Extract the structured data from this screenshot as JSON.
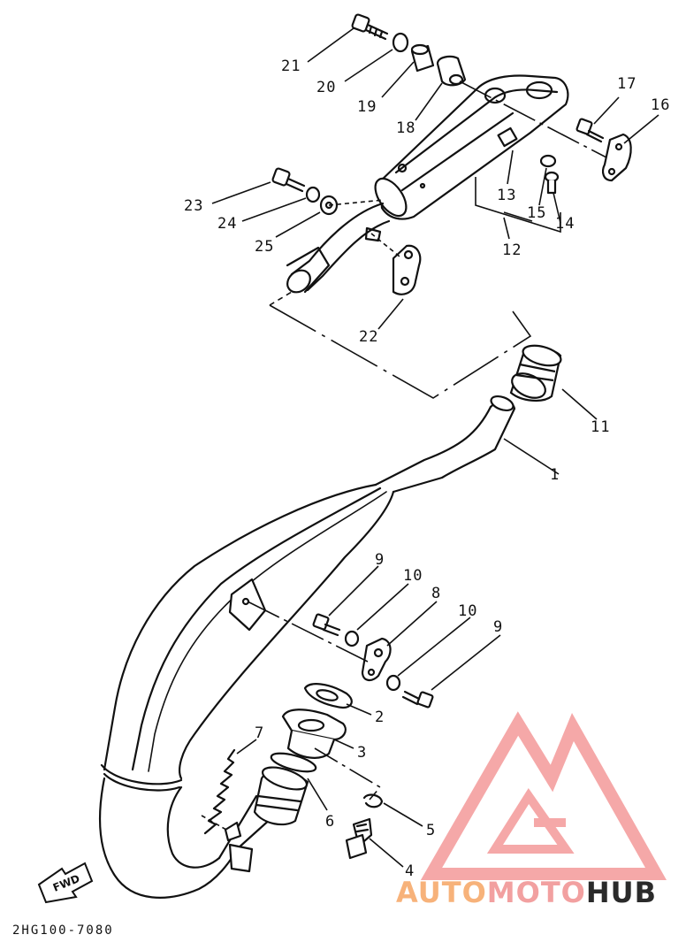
{
  "diagram": {
    "parts": [
      {
        "id": "p1",
        "label": "1"
      },
      {
        "id": "p2",
        "label": "2"
      },
      {
        "id": "p3",
        "label": "3"
      },
      {
        "id": "p4",
        "label": "4"
      },
      {
        "id": "p5",
        "label": "5"
      },
      {
        "id": "p6",
        "label": "6"
      },
      {
        "id": "p7",
        "label": "7"
      },
      {
        "id": "p8",
        "label": "8"
      },
      {
        "id": "p9a",
        "label": "9"
      },
      {
        "id": "p9b",
        "label": "9"
      },
      {
        "id": "p10a",
        "label": "10"
      },
      {
        "id": "p10b",
        "label": "10"
      },
      {
        "id": "p11",
        "label": "11"
      },
      {
        "id": "p12",
        "label": "12"
      },
      {
        "id": "p13",
        "label": "13"
      },
      {
        "id": "p14",
        "label": "14"
      },
      {
        "id": "p15",
        "label": "15"
      },
      {
        "id": "p16",
        "label": "16"
      },
      {
        "id": "p17",
        "label": "17"
      },
      {
        "id": "p18",
        "label": "18"
      },
      {
        "id": "p19",
        "label": "19"
      },
      {
        "id": "p20",
        "label": "20"
      },
      {
        "id": "p21",
        "label": "21"
      },
      {
        "id": "p22",
        "label": "22"
      },
      {
        "id": "p23",
        "label": "23"
      },
      {
        "id": "p24",
        "label": "24"
      },
      {
        "id": "p25",
        "label": "25"
      }
    ],
    "fwd_label": "FWD",
    "diagram_code": "2HG100-7080"
  },
  "watermark": {
    "logo_part1": "AUTO",
    "logo_part2": "MOTO",
    "logo_part3": "HUB",
    "colors": {
      "auto": "#f7b27a",
      "moto": "#f2a0a0",
      "hub": "#2a2a2a",
      "triangle": "#f28b8b"
    }
  }
}
